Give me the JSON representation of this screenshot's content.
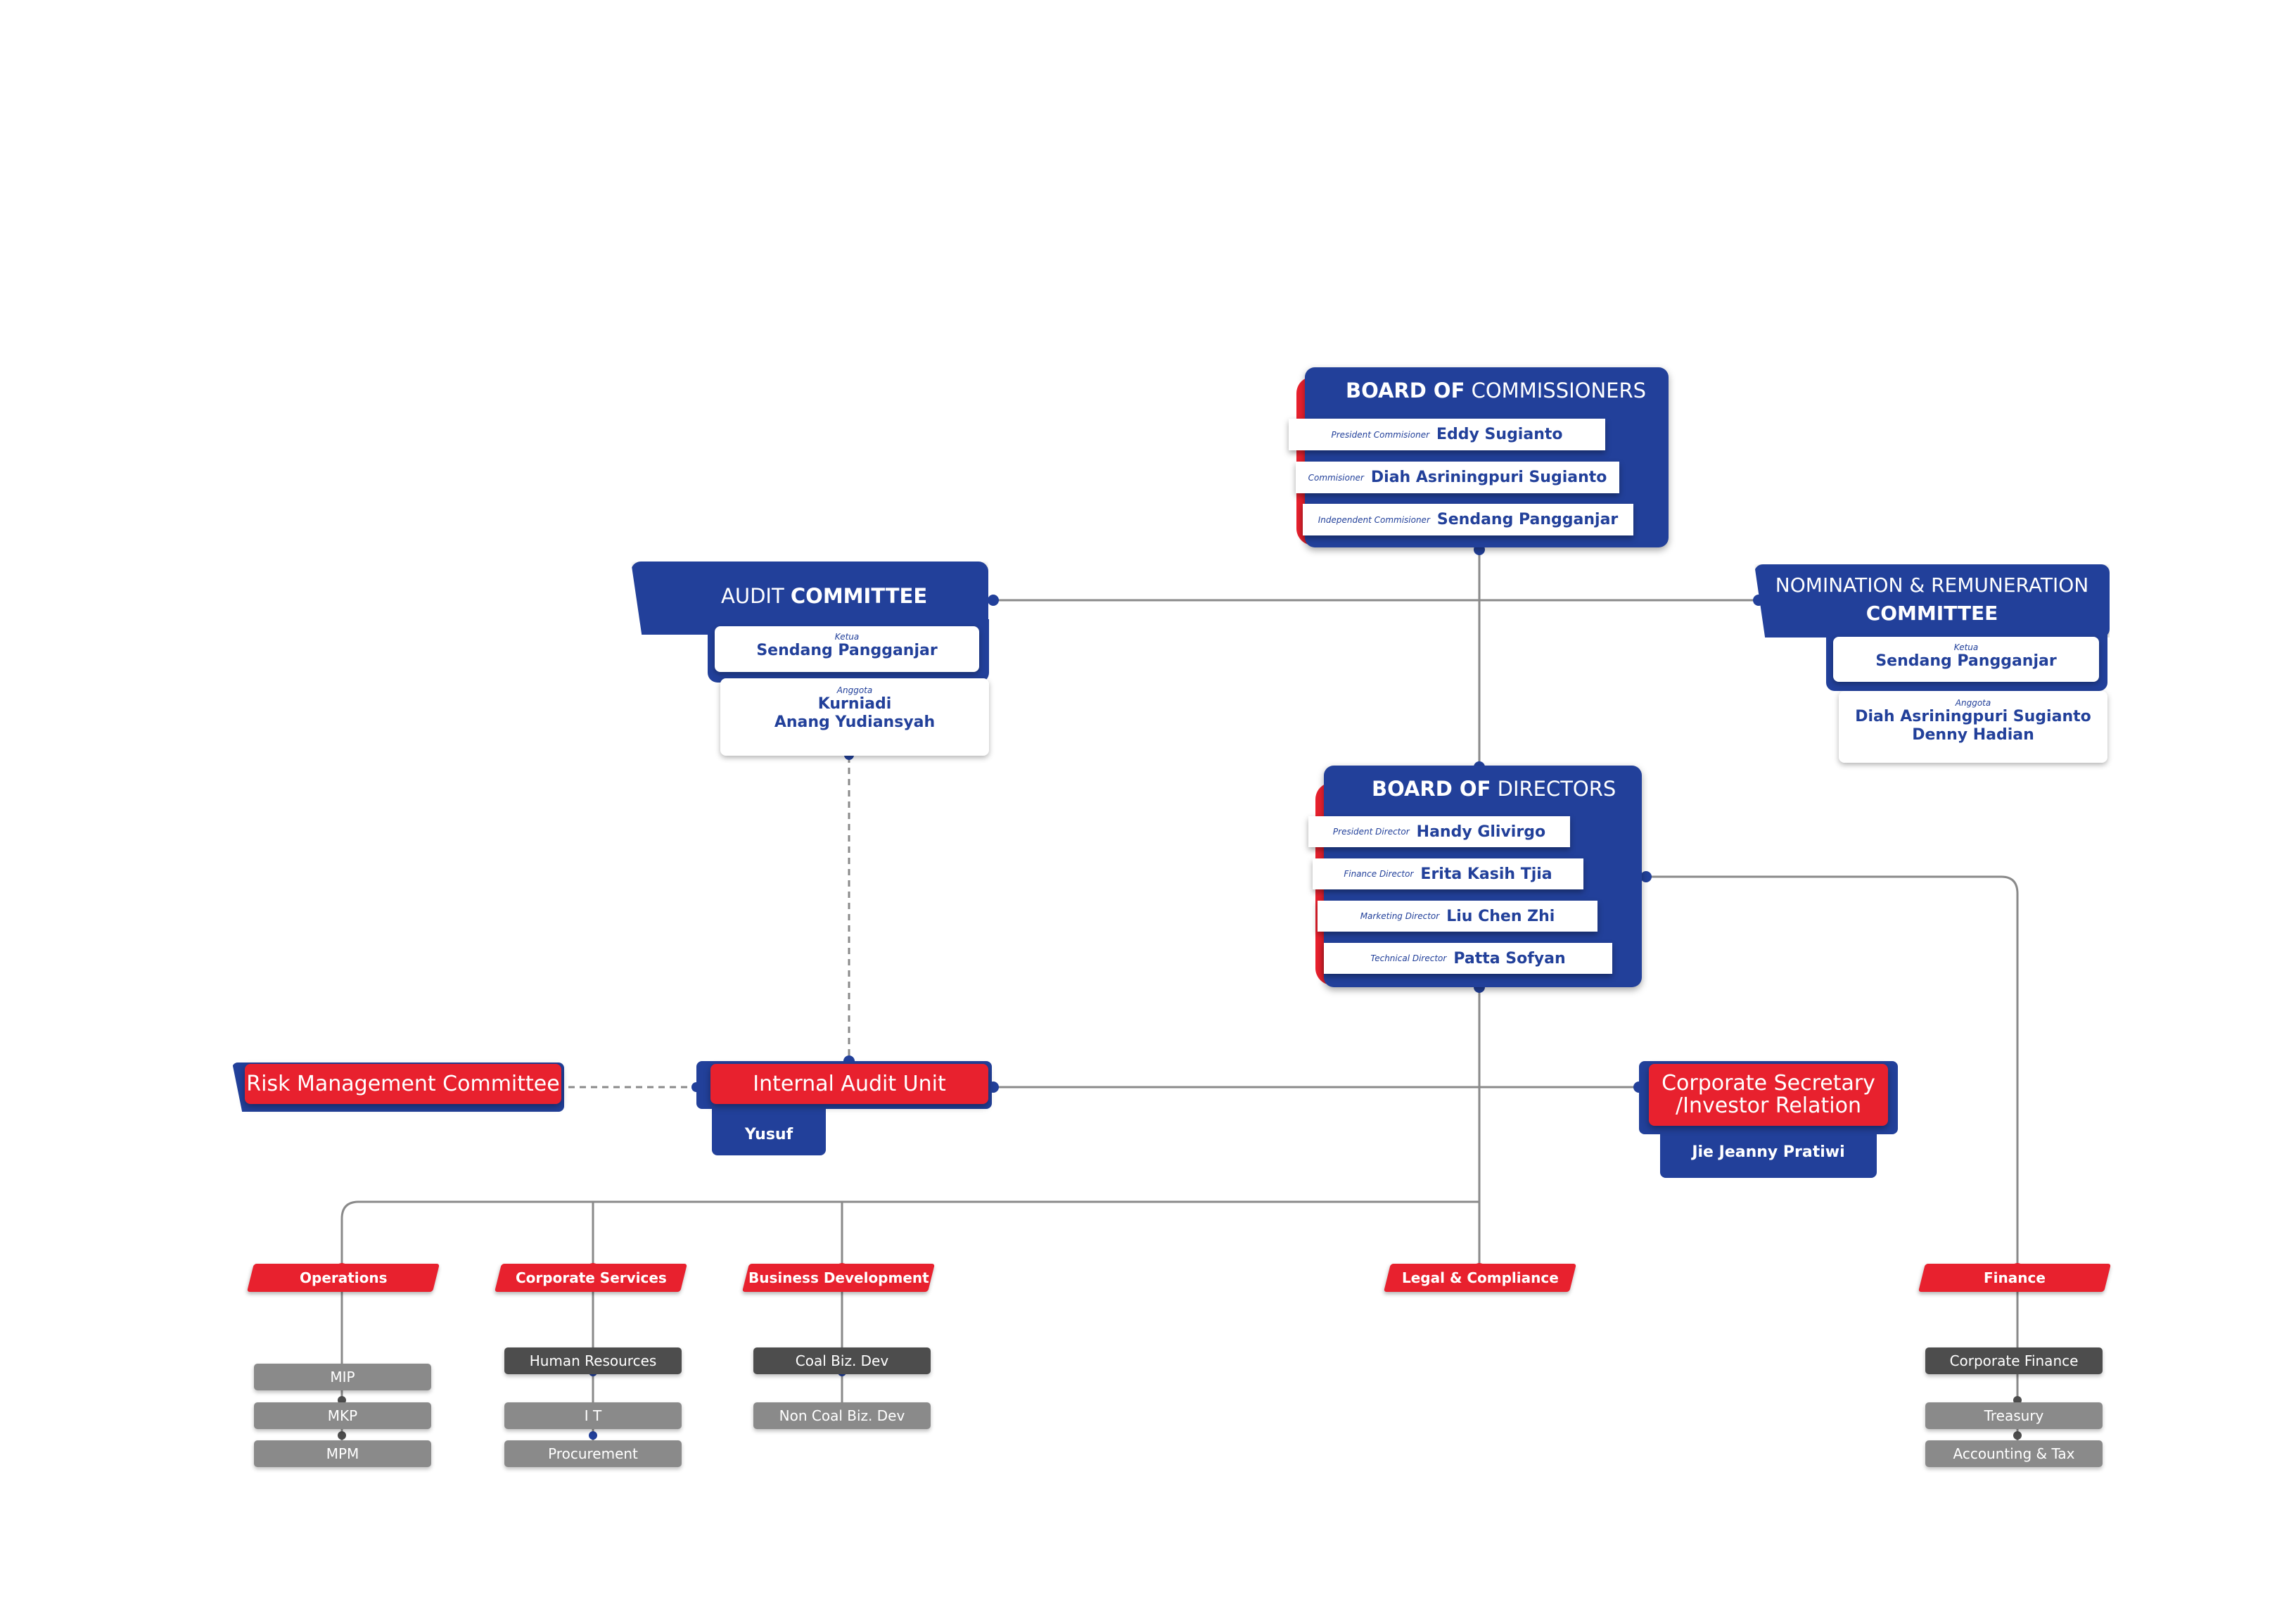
{
  "board_of_commissioners": {
    "title_bold": "BOARD OF",
    "title_rest": "COMMISSIONERS",
    "members": [
      {
        "role": "President Commisioner",
        "name": "Eddy Sugianto"
      },
      {
        "role": "Commisioner",
        "name": "Diah Asriningpuri Sugianto"
      },
      {
        "role": "Independent Commisioner",
        "name": "Sendang Pangganjar"
      }
    ]
  },
  "audit_committee": {
    "title_light": "AUDIT",
    "title_bold": "COMMITTEE",
    "chair_label": "Ketua",
    "chair": "Sendang Pangganjar",
    "members_label": "Anggota",
    "members": [
      "Kurniadi",
      "Anang Yudiansyah"
    ]
  },
  "nomination_committee": {
    "title_line1": "NOMINATION & REMUNERATION",
    "title_line2": "COMMITTEE",
    "chair_label": "Ketua",
    "chair": "Sendang Pangganjar",
    "members_label": "Anggota",
    "members": [
      "Diah Asriningpuri Sugianto",
      "Denny Hadian"
    ]
  },
  "board_of_directors": {
    "title_bold": "BOARD OF",
    "title_rest": "DIRECTORS",
    "members": [
      {
        "role": "President Director",
        "name": "Handy Glivirgo"
      },
      {
        "role": "Finance Director",
        "name": "Erita Kasih Tjia"
      },
      {
        "role": "Marketing Director",
        "name": "Liu Chen Zhi"
      },
      {
        "role": "Technical Director",
        "name": "Patta Sofyan"
      }
    ]
  },
  "risk_management": {
    "title": "Risk Management Committee"
  },
  "internal_audit": {
    "title": "Internal Audit Unit",
    "head": "Yusuf"
  },
  "corporate_secretary": {
    "title_line1": "Corporate Secretary",
    "title_line2": "/Investor Relation",
    "head": "Jie Jeanny Pratiwi"
  },
  "departments": [
    {
      "label": "Operations",
      "subunits": [
        "MIP",
        "MKP",
        "MPM"
      ]
    },
    {
      "label": "Corporate Services",
      "subunits": [
        "Human Resources",
        "I T",
        "Procurement"
      ]
    },
    {
      "label": "Business Development",
      "subunits": [
        "Coal Biz. Dev",
        "Non Coal Biz. Dev"
      ]
    },
    {
      "label": "Legal & Compliance",
      "subunits": []
    },
    {
      "label": "Finance",
      "subunits": [
        "Corporate Finance",
        "Treasury",
        "Accounting & Tax"
      ]
    }
  ],
  "colors": {
    "blue": "#22409a",
    "red": "#e8212e",
    "line": "#8a8a8a",
    "dark_grey": "#4d4d4d",
    "grey": "#8a8a8a"
  }
}
